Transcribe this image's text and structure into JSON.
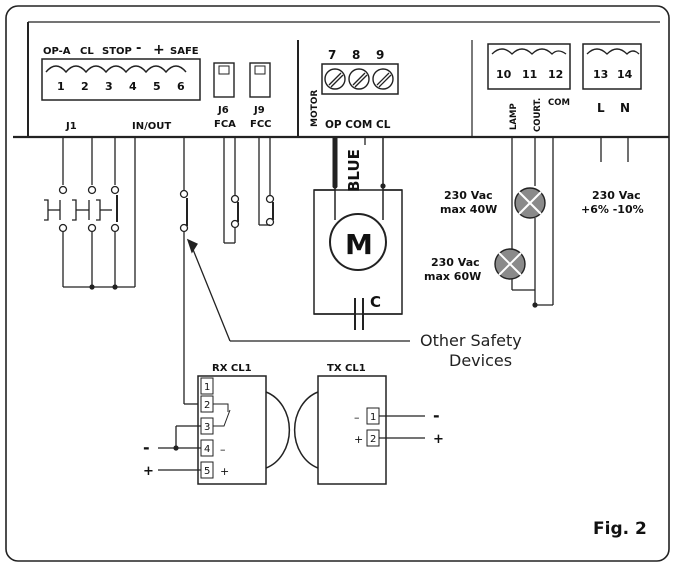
{
  "connector_j1": {
    "top_labels": [
      "OP-A",
      "CL",
      "STOP",
      "-",
      "+",
      "SAFE"
    ],
    "pins": [
      "1",
      "2",
      "3",
      "4",
      "5",
      "6"
    ],
    "name": "J1",
    "subtitle": "IN/OUT"
  },
  "jumpers": [
    {
      "code": "J6",
      "name": "FCA"
    },
    {
      "code": "J9",
      "name": "FCC"
    }
  ],
  "motor_block": {
    "pins": [
      "7",
      "8",
      "9"
    ],
    "side_label": "MOTOR",
    "bottom_label": "OP COM CL",
    "wire_label": "BLUE",
    "motor_letter": "M",
    "capacitor_letter": "C"
  },
  "lamp_block": {
    "pins": [
      "10",
      "11",
      "12"
    ],
    "lamp_label": "LAMP",
    "courtesy_label": "COURT.",
    "com_label": "COM"
  },
  "power_block": {
    "pins": [
      "13",
      "14"
    ],
    "labels": [
      "L",
      "N"
    ],
    "rating_line1": "230 Vac",
    "rating_line2": "+6% -10%"
  },
  "lamp1": {
    "line1": "230 Vac",
    "line2": "max 40W"
  },
  "lamp2": {
    "line1": "230 Vac",
    "line2": "max 60W"
  },
  "other_safety": {
    "line1": "Other Safety",
    "line2": "Devices"
  },
  "rx": {
    "title": "RX CL1",
    "pins": [
      "1",
      "2",
      "3",
      "4",
      "5"
    ],
    "minus": "–",
    "plus": "+"
  },
  "tx": {
    "title": "TX CL1",
    "pins": [
      "1",
      "2"
    ],
    "minus": "–",
    "plus": "+"
  },
  "supply": {
    "minus": "-",
    "plus": "+"
  },
  "figure_label": "Fig. 2",
  "colors": {
    "line": "#222222",
    "lamp_fill": "#8a8a8a",
    "background": "#ffffff"
  }
}
